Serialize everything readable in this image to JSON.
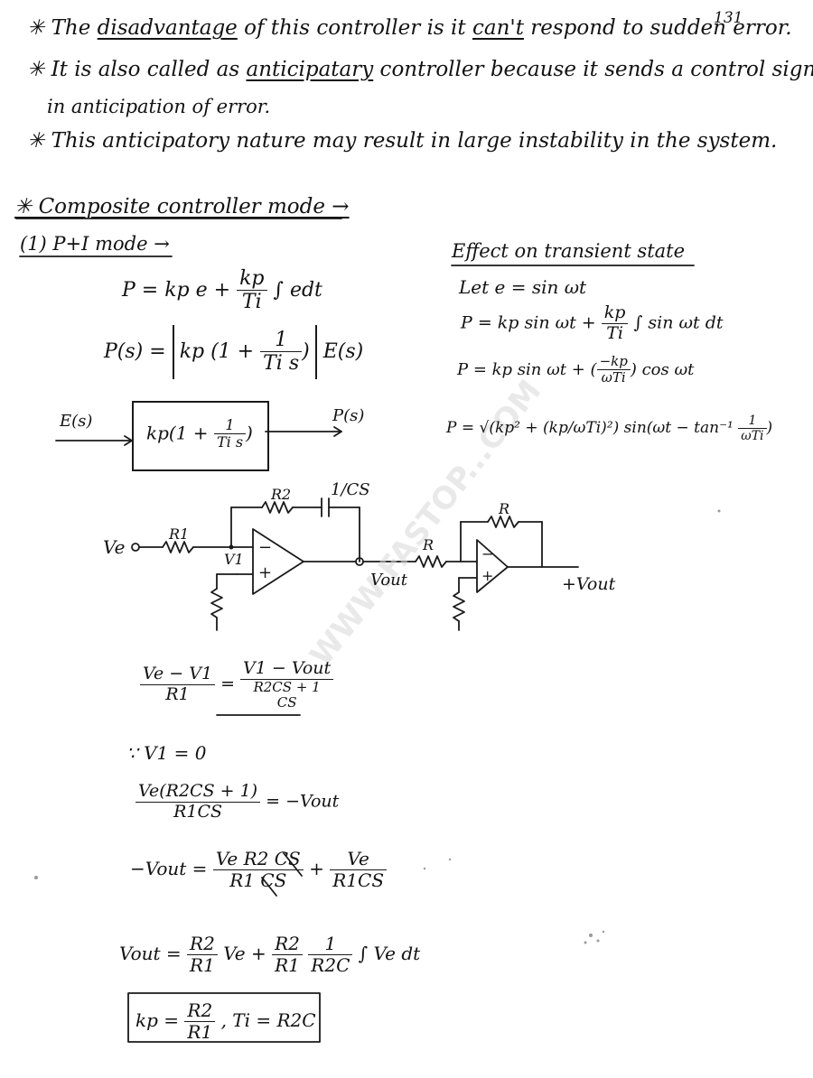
{
  "page_number": "131",
  "bullets": [
    {
      "pre": "✳ The ",
      "u1": "disadvantage",
      "mid": " of this controller is it ",
      "u2": "can't",
      "post": " respond to sudden error."
    },
    {
      "pre": "✳ It is also called as ",
      "u1": "anticipatary",
      "post": " controller because it sends a control signal"
    },
    {
      "text": "in anticipation of error."
    },
    {
      "text": "✳ This anticipatory nature may result in large instability in the system."
    }
  ],
  "heading": "✳ Composite controller mode →",
  "subheading": "(1) P+I mode →",
  "left_eq1": {
    "lhs": "P = kp e +",
    "num": "kp",
    "den": "Ti",
    "rhs": "∫ edt"
  },
  "left_eq2": {
    "lhs": "P(s) = ",
    "inner": "kp (1 +",
    "num": "1",
    "den": "Ti s",
    "rhs": "E(s)"
  },
  "block": {
    "input": "E(s)",
    "output": "P(s)",
    "body": "kp(1 +",
    "num": "1",
    "den": "Ti s"
  },
  "transient": {
    "title": "Effect on transient state",
    "l1": "Let e = sin ωt",
    "l2a": "P = kp sin ωt +",
    "l2num": "kp",
    "l2den": "Ti",
    "l2b": "∫ sin ωt dt",
    "l3a": "P = kp sin ωt + (",
    "l3num": "−kp",
    "l3den": "ωTi",
    "l3b": ") cos ωt",
    "l4a": "P = √(kp² + (kp/ωTi)²) sin(ωt − tan⁻¹",
    "l4num": "1",
    "l4den": "ωTi",
    "l4b": ")"
  },
  "circuit": {
    "vin": "Ve",
    "r1": "R1",
    "r2": "R2",
    "c": "1/CS",
    "v1": "V1",
    "minus": "−",
    "plus": "+",
    "vout": "Vout",
    "r": "R",
    "r_fb": "R",
    "vout_pos": "+Vout"
  },
  "derivation": {
    "d1_lnum": "Ve − V1",
    "d1_lden": "R1",
    "d1_rnum": "V1 − Vout",
    "d1_rden_num": "R2CS + 1",
    "d1_rden_den": "CS",
    "d2": "∵ V1 = 0",
    "d3_num": "Ve(R2CS + 1)",
    "d3_den": "R1CS",
    "d3_rhs": "= −Vout",
    "d4_lhs": "−Vout =",
    "d4_n1": "Ve R2 CS",
    "d4_d1": "R1 CS",
    "d4_plus": "+",
    "d4_n2": "Ve",
    "d4_d2": "R1CS",
    "d5_lhs": "Vout =",
    "d5_n1": "R2",
    "d5_d1": "R1",
    "d5_mid": "Ve +",
    "d5_n2": "R2",
    "d5_d2": "R1",
    "d5_n3": "1",
    "d5_d3": "R2C",
    "d5_rhs": "∫ Ve dt"
  },
  "result": {
    "kp": "kp =",
    "num": "R2",
    "den": "R1",
    "ti": ",  Ti = R2C"
  },
  "watermark": "WWW.FASTOP...COM"
}
